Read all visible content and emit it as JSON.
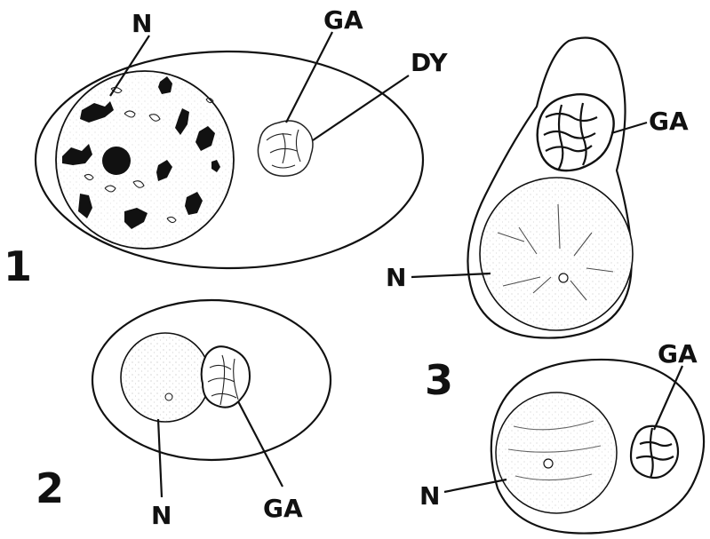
{
  "figure": {
    "numbers": {
      "one": "1",
      "two": "2",
      "three": "3"
    },
    "labels": {
      "cell1_nucleus": "N",
      "cell1_golgi": "GA",
      "cell1_dictyosome": "DY",
      "cell2_nucleus": "N",
      "cell2_golgi": "GA",
      "cell3a_golgi": "GA",
      "cell3a_nucleus": "N",
      "cell3b_golgi": "GA",
      "cell3b_nucleus": "N"
    }
  }
}
